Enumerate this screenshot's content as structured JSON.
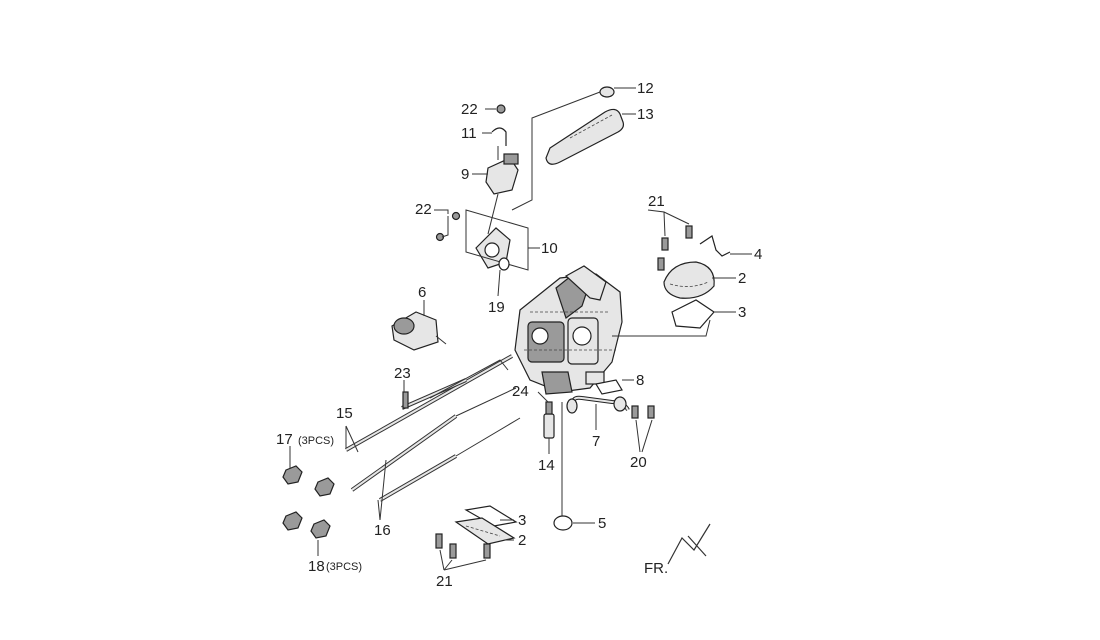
{
  "diagram": {
    "labels": [
      {
        "id": "l22a",
        "text": "22"
      },
      {
        "id": "l11",
        "text": "11"
      },
      {
        "id": "l9",
        "text": "9"
      },
      {
        "id": "l12",
        "text": "12"
      },
      {
        "id": "l13",
        "text": "13"
      },
      {
        "id": "l22b",
        "text": "22"
      },
      {
        "id": "l10",
        "text": "10"
      },
      {
        "id": "l19",
        "text": "19"
      },
      {
        "id": "l21a",
        "text": "21"
      },
      {
        "id": "l4",
        "text": "4"
      },
      {
        "id": "l2a",
        "text": "2"
      },
      {
        "id": "l3a",
        "text": "3"
      },
      {
        "id": "l6",
        "text": "6"
      },
      {
        "id": "l8",
        "text": "8"
      },
      {
        "id": "l23",
        "text": "23"
      },
      {
        "id": "l24",
        "text": "24"
      },
      {
        "id": "l15",
        "text": "15"
      },
      {
        "id": "l17",
        "text": "17"
      },
      {
        "id": "l7",
        "text": "7"
      },
      {
        "id": "l20",
        "text": "20"
      },
      {
        "id": "l14",
        "text": "14"
      },
      {
        "id": "l16",
        "text": "16"
      },
      {
        "id": "l3b",
        "text": "3"
      },
      {
        "id": "l2b",
        "text": "2"
      },
      {
        "id": "l5",
        "text": "5"
      },
      {
        "id": "l18",
        "text": "18"
      },
      {
        "id": "l21b",
        "text": "21"
      }
    ],
    "qty_17": "(3PCS)",
    "qty_18": "(3PCS)",
    "direction": "FR."
  }
}
